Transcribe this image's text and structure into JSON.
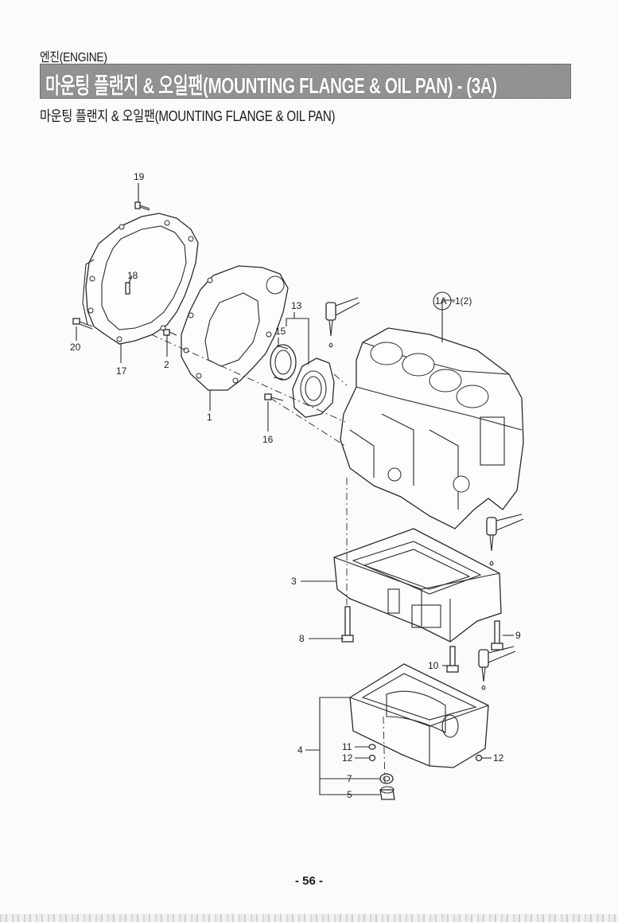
{
  "header": {
    "section": "엔진(ENGINE)",
    "title": "마운팅 플랜지 & 오일팬(MOUNTING FLANGE & OIL PAN) - (3A)",
    "subtitle": "마운팅 플랜지 & 오일팬(MOUNTING FLANGE & OIL PAN)"
  },
  "diagram": {
    "reference": "1A",
    "reference_suffix": "-1(2)",
    "callouts": {
      "c1": "1",
      "c2": "2",
      "c3": "3",
      "c4": "4",
      "c5": "5",
      "c7": "7",
      "c8": "8",
      "c9": "9",
      "c10": "10",
      "c11": "11",
      "c12a": "12",
      "c12b": "12",
      "c13": "13",
      "c15": "15",
      "c16": "16",
      "c17": "17",
      "c18": "18",
      "c19": "19",
      "c20": "20"
    }
  },
  "footer": {
    "page_number": "- 56 -"
  }
}
